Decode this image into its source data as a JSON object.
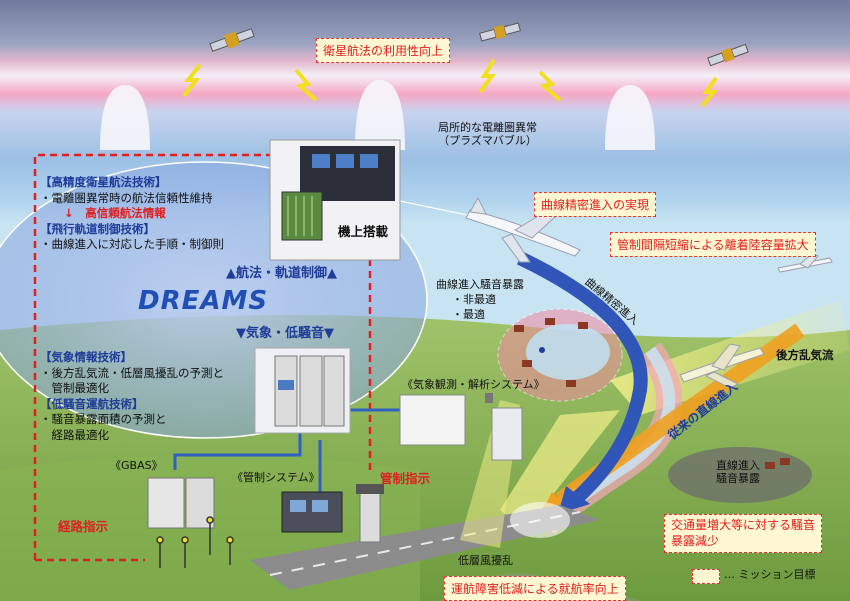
{
  "missions": {
    "satellite": "衛星航法の利用性向上",
    "curved_approach": "曲線精密進入の実現",
    "separation": "管制間隔短縮による離着陸容量拡大",
    "noise": "交通量増大等に対する騒音\n暴露減少",
    "operation": "運航障害低減による就航率向上"
  },
  "labels": {
    "plasma": "局所的な電離圏異常\n（プラズマバブル）",
    "onboard": "機上搭載",
    "curved_noise": "曲線進入騒音暴露",
    "non_optimal": "・非最適",
    "optimal": "・最適",
    "curved_path": "曲線精密進入",
    "wake": "後方乱気流",
    "straight_path": "従来の直線進入",
    "straight_noise": "直線進入\n騒音暴露",
    "low_turbulence": "低層風擾乱",
    "weather_system": "《気象観測・解析システム》",
    "atc_system": "《管制システム》",
    "gbas": "《GBAS》",
    "atc_instruction": "管制指示",
    "route_instruction": "経路指示",
    "legend": "… ミッション目標"
  },
  "dreams": {
    "title": "DREAMS",
    "nav_control": "▲航法・軌道制御▲",
    "weather_noise": "▼気象・低騒音▼",
    "tech1_title": "【高精度衛星航法技術】",
    "tech1_line": "・電離圏異常時の航法信頼性維持",
    "tech1_arrow": "↓",
    "tech1_result": "高信頼航法情報",
    "tech2_title": "【飛行軌道制御技術】",
    "tech2_line": "・曲線進入に対応した手順・制御則",
    "tech3_title": "【気象情報技術】",
    "tech3_line1": "・後方乱気流・低層風擾乱の予測と",
    "tech3_line2": "　管制最適化",
    "tech4_title": "【低騒音運航技術】",
    "tech4_line1": "・騒音暴露面積の予測と",
    "tech4_line2": "　経路最適化"
  },
  "colors": {
    "red": "#e02020",
    "navy": "#1f3c9a",
    "mission_fill": "#fff8d2",
    "curved_path": "#2f56b8"
  }
}
